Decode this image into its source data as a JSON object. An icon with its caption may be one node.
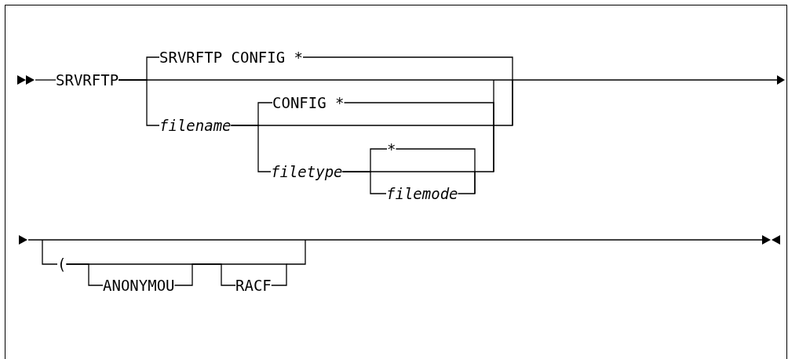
{
  "diagram": {
    "nodes": [
      {
        "text": [
          "SRVRFTP"
        ]
      },
      {
        "text": [
          "SRVRFTP CONFIG *"
        ]
      },
      {
        "text": [
          "filename"
        ]
      },
      {
        "text": [
          "CONFIG *"
        ]
      },
      {
        "text": [
          "filetype"
        ]
      },
      {
        "text": [
          "*"
        ]
      },
      {
        "text": [
          "filemode"
        ]
      },
      {
        "text": [
          "("
        ]
      },
      {
        "text": [
          "ANONYMOU"
        ]
      },
      {
        "text": [
          "RACF"
        ]
      }
    ],
    "edges": [
      {
        "from": 0,
        "to": 1,
        "arrow": "none"
      },
      {
        "from": 0,
        "to": 2,
        "arrow": "none"
      },
      {
        "from": 2,
        "to": 3,
        "arrow": "none"
      },
      {
        "from": 2,
        "to": 4,
        "arrow": "none"
      },
      {
        "from": 4,
        "to": 5,
        "arrow": "none"
      },
      {
        "from": 4,
        "to": 6,
        "arrow": "none"
      },
      {
        "from": 7,
        "to": 8,
        "arrow": "none"
      },
      {
        "from": 8,
        "to": 9,
        "arrow": "none"
      },
      {
        "from": 1,
        "to": 2,
        "arrow": "none"
      },
      {
        "from": 3,
        "to": 4,
        "arrow": "none"
      },
      {
        "from": 5,
        "to": 6,
        "arrow": "none"
      },
      {
        "from": 7,
        "to": 9,
        "arrow": "none"
      }
    ]
  }
}
